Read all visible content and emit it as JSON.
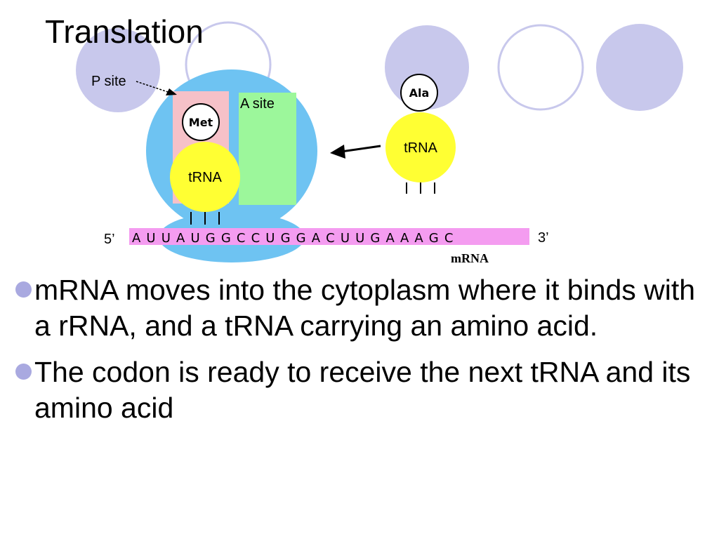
{
  "slide": {
    "title": "Translation",
    "colors": {
      "accent": "#c8c8ec",
      "accent_dark": "#a9a9e0",
      "ribosome": "#6ec3f2",
      "p_site": "#f6c1c8",
      "a_site": "#9cf79b",
      "trna": "#ffff33",
      "mrna": "#f49cf0"
    }
  },
  "diagram": {
    "p_site_label": "P site",
    "a_site_label": "A site",
    "met_label": "Met",
    "ala_label": "Ala",
    "trna_left_label": "tRNA",
    "trna_right_label": "tRNA",
    "five_prime": "5’",
    "three_prime": "3’",
    "mrna_sequence": "A U U A U G G C C U G G A C U U G A A A G C",
    "mrna_label": "mRNA"
  },
  "bullets": [
    {
      "text": "mRNA moves into the cytoplasm where it binds with a rRNA, and a tRNA carrying an amino acid."
    },
    {
      "text": "The codon is ready to receive the next tRNA and its amino acid"
    }
  ]
}
